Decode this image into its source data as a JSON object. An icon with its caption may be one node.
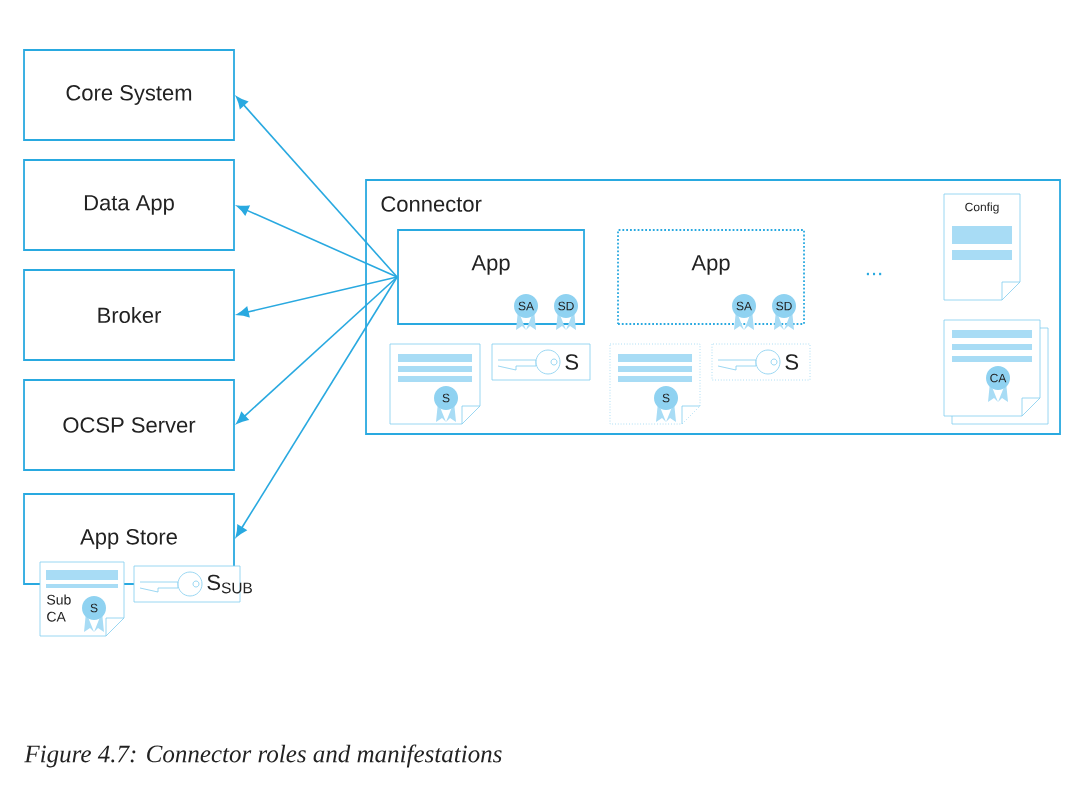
{
  "diagram": {
    "caption": "Figure 4.7: Connector roles and manifestations",
    "nodes": [
      {
        "text": [
          "Core System"
        ]
      },
      {
        "text": [
          "Data App"
        ]
      },
      {
        "text": [
          "Broker"
        ]
      },
      {
        "text": [
          "OCSP Server"
        ]
      },
      {
        "text": [
          "App Store"
        ]
      },
      {
        "text": [
          "Connector"
        ]
      },
      {
        "text": [
          "App"
        ],
        "in": 5
      },
      {
        "text": [
          "App"
        ],
        "in": 5
      }
    ],
    "edges": [
      {
        "from": 6,
        "to": 0,
        "arrow": "to"
      },
      {
        "from": 6,
        "to": 1,
        "arrow": "to"
      },
      {
        "from": 6,
        "to": 2,
        "arrow": "to"
      },
      {
        "from": 6,
        "to": 3,
        "arrow": "to"
      },
      {
        "from": 6,
        "to": 4,
        "arrow": "to"
      }
    ],
    "labels": [
      "SA",
      "SD",
      "S",
      "S",
      "SA",
      "SD",
      "S",
      "S",
      "...",
      "Config",
      "CA",
      "S$_{SUB}$",
      "Sub CA",
      "S"
    ]
  }
}
